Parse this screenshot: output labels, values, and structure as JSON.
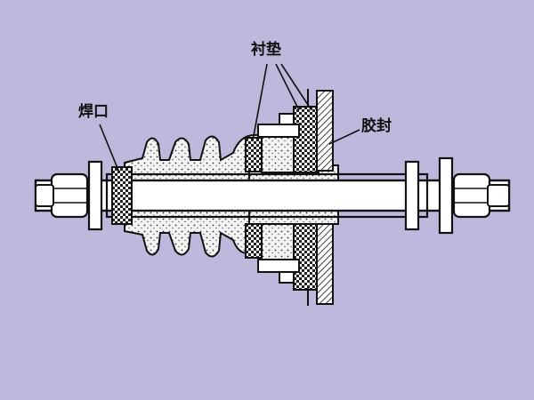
{
  "labels": {
    "weld": "焊口",
    "liner": "衬垫",
    "seal": "胶封"
  },
  "colors": {
    "background": "#beb8dc",
    "line": "#111111",
    "metal": "#ffffff",
    "ceramic": "#f3f3f3"
  }
}
